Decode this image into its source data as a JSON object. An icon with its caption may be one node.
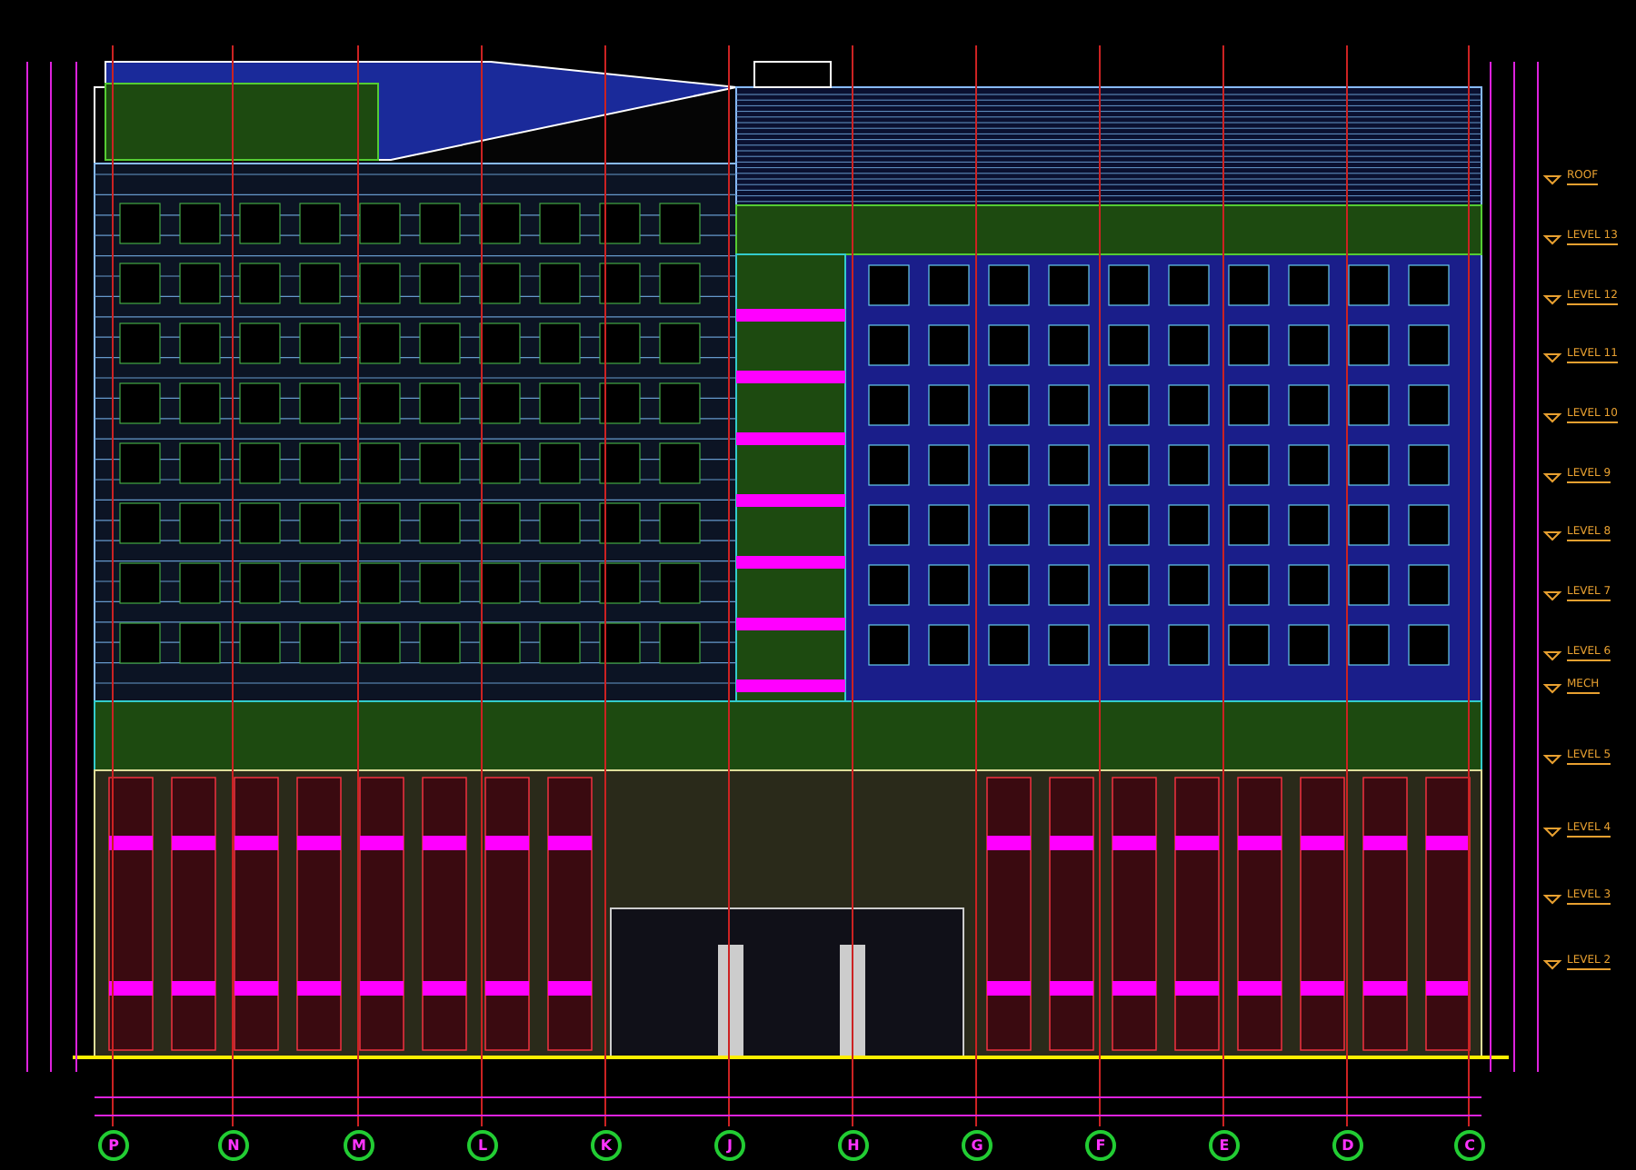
{
  "diagram": {
    "labels": [
      "ROOF",
      "LEVEL 13",
      "LEVEL 12",
      "LEVEL 11",
      "LEVEL 10",
      "LEVEL 9",
      "LEVEL 8",
      "LEVEL 7",
      "LEVEL 6",
      "MECH",
      "LEVEL 5",
      "LEVEL 4",
      "LEVEL 3",
      "LEVEL 2",
      "P",
      "N",
      "M",
      "L",
      "K",
      "J",
      "H",
      "G",
      "F",
      "E",
      "D",
      "C"
    ]
  }
}
